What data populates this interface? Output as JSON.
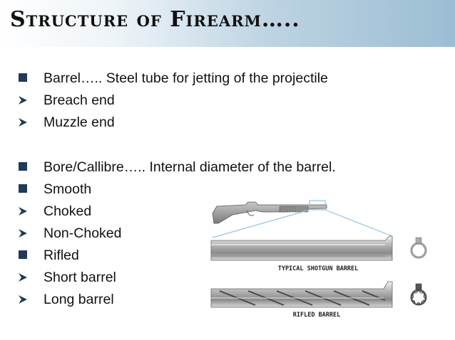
{
  "slide": {
    "title": "Structure of Firearm…..",
    "bullets": [
      {
        "marker": "square",
        "text": "Barrel….. Steel tube for jetting of the projectile"
      },
      {
        "marker": "arrow",
        "text": "Breach end"
      },
      {
        "marker": "arrow",
        "text": "Muzzle end"
      },
      {
        "marker": "none",
        "text": ""
      },
      {
        "marker": "square",
        "text": "Bore/Callibre….. Internal diameter of the barrel."
      },
      {
        "marker": "square",
        "text": "Smooth"
      },
      {
        "marker": "arrow",
        "text": "Choked"
      },
      {
        "marker": "arrow",
        "text": "Non-Choked"
      },
      {
        "marker": "square",
        "text": "Rifled"
      },
      {
        "marker": "arrow",
        "text": "Short barrel"
      },
      {
        "marker": "arrow",
        "text": "Long barrel"
      }
    ]
  },
  "figure": {
    "shotgun_caption": "TYPICAL SHOTGUN BARREL",
    "rifled_caption": "RIFLED BARREL"
  },
  "colors": {
    "bullet_square": "#1f3a5a",
    "bullet_arrow": "#1f3a5a",
    "callout_line": "#8fc3e0"
  }
}
